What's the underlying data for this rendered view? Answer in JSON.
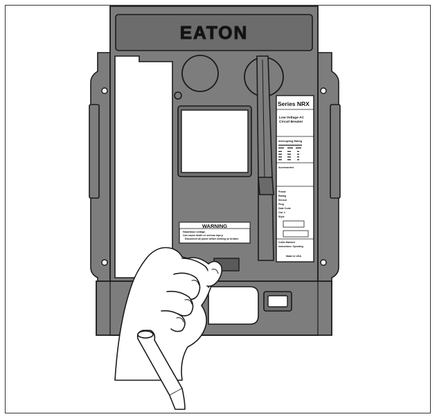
{
  "brand": {
    "logo_text": "EATON"
  },
  "nameplate": {
    "series": "Series NRX",
    "product_line1": "Low Voltage AC",
    "product_line2": "Circuit Breaker",
    "interrupting_rating": "Interrupting Rating",
    "accessories": "Accessories",
    "field_labels": [
      "Frame",
      "Rating",
      "Sensor",
      "Plug",
      "Date Code",
      "Cat. #",
      "Style"
    ],
    "footer1": "Cutler-Hammer",
    "footer2": "Instructions / Operating",
    "made_in": "Made in USA"
  },
  "warning": {
    "title": "WARNING",
    "line1": "Hazardous voltage.",
    "line2": "Can cause death or serious injury.",
    "line3": "Disconnect all power before working on breaker."
  },
  "colors": {
    "panel": "#7d7d7d",
    "panel_dark": "#5c5c5c",
    "outline": "#1a1a1a",
    "label_white": "#ffffff",
    "inset": "#6e6e6e"
  }
}
